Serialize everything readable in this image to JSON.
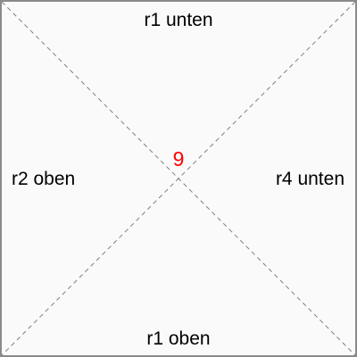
{
  "labels": {
    "top": "r1 unten",
    "left": "r2 oben",
    "right": "r4 unten",
    "bottom": "r1 oben"
  },
  "center": {
    "value": "9",
    "color": "#ff0000"
  },
  "colors": {
    "diagonal": "#808080",
    "border": "#8a8a8a",
    "background": "#fafafa"
  }
}
